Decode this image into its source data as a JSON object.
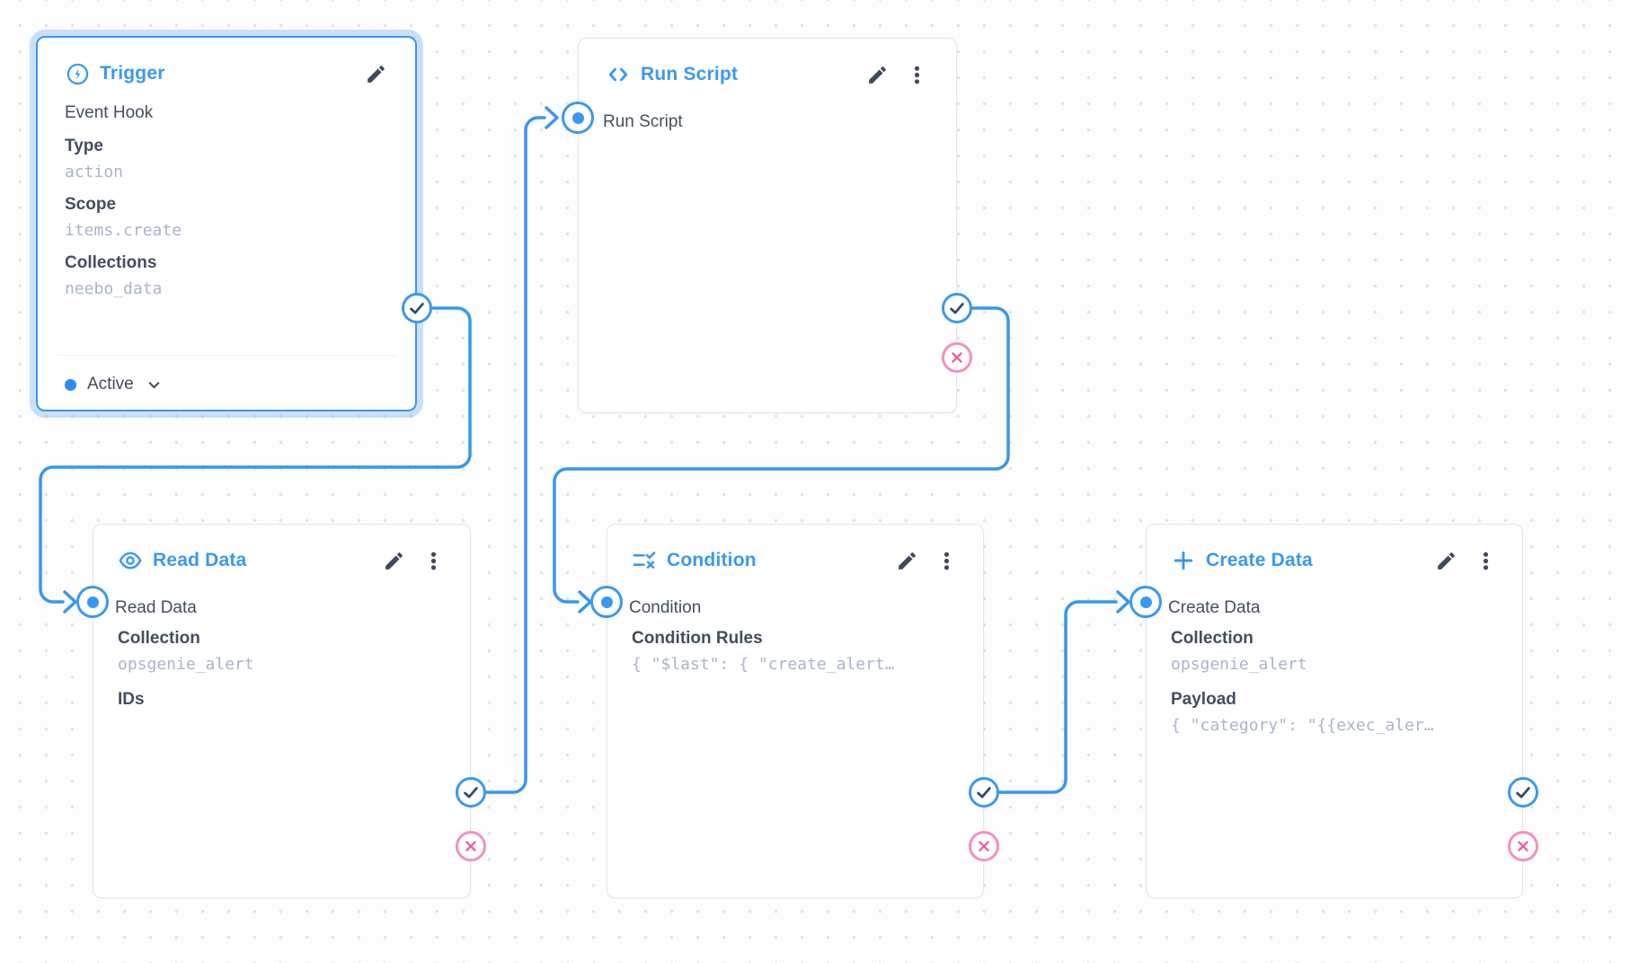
{
  "colors": {
    "accent_blue": "#3999f2",
    "wire_blue": "#3796f2",
    "check_mark": "#2d4a6e",
    "reject_pink": "#ee5ca6",
    "reject_ring": "#f48fc1",
    "text_dark": "#434f61",
    "mono_value": "#a9b4cc",
    "selection_halo": "rgba(66,152,240,0.28)"
  },
  "nodes": {
    "trigger": {
      "title": "Trigger",
      "icon": "bolt-icon",
      "intro": "Event Hook",
      "fields": [
        {
          "label": "Type",
          "value": "action"
        },
        {
          "label": "Scope",
          "value": "items.create"
        },
        {
          "label": "Collections",
          "value": "neebo_data"
        }
      ],
      "status": "Active"
    },
    "run_script": {
      "title": "Run Script",
      "icon": "code-icon",
      "input_label": "Run Script"
    },
    "read_data": {
      "title": "Read Data",
      "icon": "eye-icon",
      "input_label": "Read Data",
      "fields": [
        {
          "label": "Collection",
          "value": "opsgenie_alert"
        },
        {
          "label": "IDs",
          "value": ""
        }
      ]
    },
    "condition": {
      "title": "Condition",
      "icon": "rule-icon",
      "input_label": "Condition",
      "fields": [
        {
          "label": "Condition Rules",
          "value": "{ \"$last\": { \"create_alert…"
        }
      ]
    },
    "create_data": {
      "title": "Create Data",
      "icon": "plus-icon",
      "input_label": "Create Data",
      "fields": [
        {
          "label": "Collection",
          "value": "opsgenie_alert"
        },
        {
          "label": "Payload",
          "value": "{ \"category\": \"{{exec_aler…"
        }
      ]
    }
  }
}
